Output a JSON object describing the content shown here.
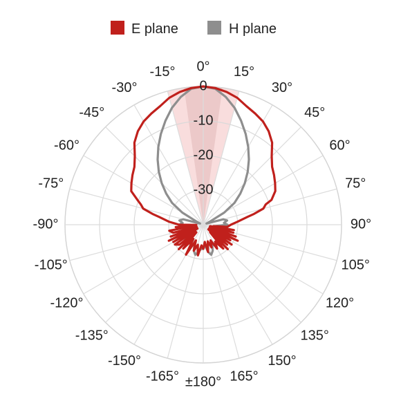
{
  "chart_data": {
    "type": "polar-line",
    "title": "",
    "angle_unit": "deg",
    "angle_ticks": [
      {
        "angle": 0,
        "label": "0°"
      },
      {
        "angle": 15,
        "label": "15°"
      },
      {
        "angle": 30,
        "label": "30°"
      },
      {
        "angle": 45,
        "label": "45°"
      },
      {
        "angle": 60,
        "label": "60°"
      },
      {
        "angle": 75,
        "label": "75°"
      },
      {
        "angle": 90,
        "label": "90°"
      },
      {
        "angle": 105,
        "label": "105°"
      },
      {
        "angle": 120,
        "label": "120°"
      },
      {
        "angle": 135,
        "label": "135°"
      },
      {
        "angle": 150,
        "label": "150°"
      },
      {
        "angle": 165,
        "label": "165°"
      },
      {
        "angle": 180,
        "label": "±180°"
      },
      {
        "angle": -165,
        "label": "-165°"
      },
      {
        "angle": -150,
        "label": "-150°"
      },
      {
        "angle": -135,
        "label": "-135°"
      },
      {
        "angle": -120,
        "label": "-120°"
      },
      {
        "angle": -105,
        "label": "-105°"
      },
      {
        "angle": -90,
        "label": "-90°"
      },
      {
        "angle": -75,
        "label": "-75°"
      },
      {
        "angle": -60,
        "label": "-60°"
      },
      {
        "angle": -45,
        "label": "-45°"
      },
      {
        "angle": -30,
        "label": "-30°"
      },
      {
        "angle": -15,
        "label": "-15°"
      }
    ],
    "radial_ticks": [
      0,
      -10,
      -20,
      -30
    ],
    "radial_tick_labels": [
      "0",
      "-10",
      "-20",
      "-30"
    ],
    "r_range": [
      -40,
      0
    ],
    "grid": true,
    "legend_position": "top-center",
    "highlight_sectors": [
      {
        "from": -15,
        "to": 15,
        "color": "#f7d2d2"
      },
      {
        "from": -8,
        "to": 8,
        "color": "#e7c2c2"
      }
    ],
    "series": [
      {
        "name": "E plane",
        "color": "#c0201c",
        "points": [
          [
            0,
            0
          ],
          [
            5,
            -0.3
          ],
          [
            10,
            -1
          ],
          [
            15,
            -2
          ],
          [
            20,
            -3.5
          ],
          [
            25,
            -4.5
          ],
          [
            30,
            -5.5
          ],
          [
            35,
            -7
          ],
          [
            40,
            -9
          ],
          [
            45,
            -12
          ],
          [
            50,
            -14
          ],
          [
            55,
            -15
          ],
          [
            60,
            -16
          ],
          [
            65,
            -17
          ],
          [
            70,
            -19
          ],
          [
            72,
            -21
          ],
          [
            75,
            -22
          ],
          [
            78,
            -25
          ],
          [
            80,
            -27
          ],
          [
            85,
            -30
          ],
          [
            90,
            -32
          ],
          [
            95,
            -33
          ],
          [
            98,
            -37
          ],
          [
            100,
            -31
          ],
          [
            102,
            -38
          ],
          [
            105,
            -31
          ],
          [
            108,
            -38
          ],
          [
            110,
            -30
          ],
          [
            112,
            -37
          ],
          [
            115,
            -29
          ],
          [
            118,
            -36
          ],
          [
            120,
            -31
          ],
          [
            123,
            -38
          ],
          [
            125,
            -30
          ],
          [
            128,
            -37
          ],
          [
            130,
            -31
          ],
          [
            133,
            -38
          ],
          [
            135,
            -30
          ],
          [
            138,
            -37
          ],
          [
            140,
            -31
          ],
          [
            145,
            -34
          ],
          [
            150,
            -32
          ],
          [
            155,
            -35
          ],
          [
            160,
            -33
          ],
          [
            165,
            -35
          ],
          [
            170,
            -32
          ],
          [
            175,
            -35
          ],
          [
            180,
            -33
          ],
          [
            -175,
            -34
          ],
          [
            -170,
            -31
          ],
          [
            -165,
            -34
          ],
          [
            -160,
            -32
          ],
          [
            -155,
            -35
          ],
          [
            -150,
            -30
          ],
          [
            -145,
            -35
          ],
          [
            -140,
            -31
          ],
          [
            -138,
            -37
          ],
          [
            -135,
            -30
          ],
          [
            -133,
            -37
          ],
          [
            -130,
            -31
          ],
          [
            -125,
            -30
          ],
          [
            -123,
            -38
          ],
          [
            -120,
            -30
          ],
          [
            -118,
            -37
          ],
          [
            -115,
            -29
          ],
          [
            -112,
            -37
          ],
          [
            -110,
            -30
          ],
          [
            -108,
            -38
          ],
          [
            -105,
            -31
          ],
          [
            -100,
            -30
          ],
          [
            -98,
            -37
          ],
          [
            -95,
            -32
          ],
          [
            -92,
            -38
          ],
          [
            -90,
            -33
          ],
          [
            -85,
            -30
          ],
          [
            -80,
            -27
          ],
          [
            -78,
            -25
          ],
          [
            -75,
            -22
          ],
          [
            -72,
            -21
          ],
          [
            -70,
            -20
          ],
          [
            -65,
            -17
          ],
          [
            -60,
            -16
          ],
          [
            -55,
            -15
          ],
          [
            -50,
            -14
          ],
          [
            -45,
            -12
          ],
          [
            -40,
            -9
          ],
          [
            -35,
            -7
          ],
          [
            -30,
            -5.5
          ],
          [
            -25,
            -4.5
          ],
          [
            -20,
            -3.5
          ],
          [
            -15,
            -2
          ],
          [
            -10,
            -1
          ],
          [
            -5,
            -0.3
          ]
        ]
      },
      {
        "name": "H plane",
        "color": "#8e8e8e",
        "points": [
          [
            0,
            0
          ],
          [
            5,
            -0.5
          ],
          [
            10,
            -2.5
          ],
          [
            15,
            -5
          ],
          [
            20,
            -8
          ],
          [
            25,
            -11
          ],
          [
            30,
            -14
          ],
          [
            35,
            -17
          ],
          [
            40,
            -20
          ],
          [
            45,
            -23
          ],
          [
            50,
            -26
          ],
          [
            55,
            -29
          ],
          [
            60,
            -33
          ],
          [
            65,
            -38
          ],
          [
            70,
            -39
          ],
          [
            75,
            -34
          ],
          [
            80,
            -33
          ],
          [
            85,
            -34
          ],
          [
            90,
            -33
          ],
          [
            95,
            -36
          ],
          [
            100,
            -37
          ],
          [
            105,
            -36
          ],
          [
            110,
            -38
          ],
          [
            115,
            -35
          ],
          [
            120,
            -34
          ],
          [
            125,
            -36
          ],
          [
            130,
            -33
          ],
          [
            135,
            -35
          ],
          [
            140,
            -32
          ],
          [
            145,
            -34
          ],
          [
            150,
            -33
          ],
          [
            155,
            -34
          ],
          [
            160,
            -32
          ],
          [
            165,
            -31
          ],
          [
            170,
            -32
          ],
          [
            175,
            -34
          ],
          [
            180,
            -33
          ],
          [
            -175,
            -33
          ],
          [
            -170,
            -32
          ],
          [
            -165,
            -31
          ],
          [
            -160,
            -32
          ],
          [
            -155,
            -34
          ],
          [
            -150,
            -33
          ],
          [
            -145,
            -34
          ],
          [
            -140,
            -32
          ],
          [
            -135,
            -35
          ],
          [
            -130,
            -33
          ],
          [
            -125,
            -36
          ],
          [
            -120,
            -34
          ],
          [
            -115,
            -35
          ],
          [
            -110,
            -38
          ],
          [
            -105,
            -36
          ],
          [
            -100,
            -37
          ],
          [
            -95,
            -36
          ],
          [
            -90,
            -33
          ],
          [
            -85,
            -34
          ],
          [
            -80,
            -33
          ],
          [
            -75,
            -34
          ],
          [
            -70,
            -39
          ],
          [
            -65,
            -38
          ],
          [
            -60,
            -33
          ],
          [
            -55,
            -29
          ],
          [
            -50,
            -26
          ],
          [
            -45,
            -23
          ],
          [
            -40,
            -20
          ],
          [
            -35,
            -17
          ],
          [
            -30,
            -14
          ],
          [
            -25,
            -11
          ],
          [
            -20,
            -8
          ],
          [
            -15,
            -5
          ],
          [
            -10,
            -2.5
          ],
          [
            -5,
            -0.5
          ]
        ]
      }
    ]
  }
}
